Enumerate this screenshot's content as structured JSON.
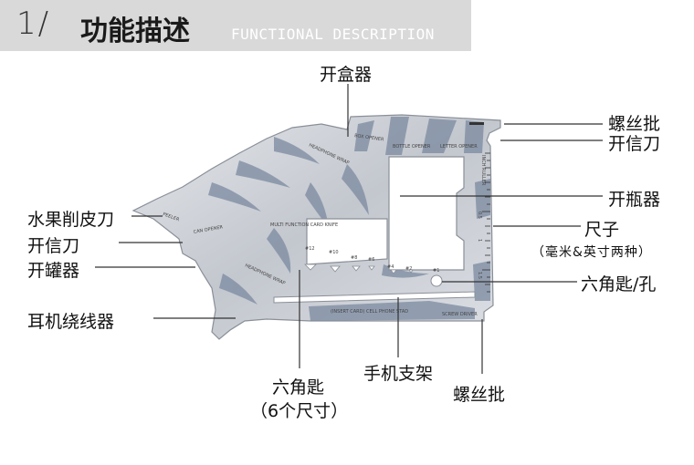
{
  "header": {
    "section_number": "1/",
    "title_zh": "功能描述",
    "title_en": "FUNCTIONAL DESCRIPTION"
  },
  "labels": {
    "box_opener": "开盒器",
    "screwdriver_top": "螺丝批",
    "letter_opener_right": "开信刀",
    "bottle_opener": "开瓶器",
    "ruler": "尺子",
    "ruler_note": "（毫米&英寸两种）",
    "hex_wrench_hole": "六角匙/孔",
    "fruit_peeler": "水果削皮刀",
    "letter_opener_left": "开信刀",
    "can_opener": "开罐器",
    "headphone_winder": "耳机绕线器",
    "hex_wrench": "六角匙",
    "hex_wrench_note": "（6个尺寸）",
    "phone_stand": "手机支架",
    "screwdriver_bottom": "螺丝批"
  },
  "engraving": {
    "box_opener": "BOX OPENER",
    "bottle_opener": "BOTTLE OPENER",
    "letter_opener": "LETTER OPENER",
    "inch_ruler": "INCH RULLER",
    "headphone_wrap_top": "HEADPHONE WRAP",
    "headphone_wrap_bottom": "HEADPHONE WRAP",
    "peeler": "PEELER",
    "can_opener": "CAN OPENER",
    "multi_function": "MULTI FUNCTION CARD KNIFE",
    "phone_stand": "(INSERT CARD) CELL PHONE STAD",
    "screwdriver": "SCREW DRIVER",
    "hex_12": "#12",
    "hex_10": "#10",
    "hex_8": "#8",
    "hex_6": "#6",
    "hex_4": "#4",
    "hex_2": "#2",
    "hex_1": "#1",
    "ruler_05": "0.5",
    "ruler_1": "1",
    "ruler_15": "1.5"
  },
  "colors": {
    "header_bg": "#d9d9d9",
    "steel": "#c9ccd3",
    "stripe": "#7b8aa0",
    "leader": "#333333"
  }
}
